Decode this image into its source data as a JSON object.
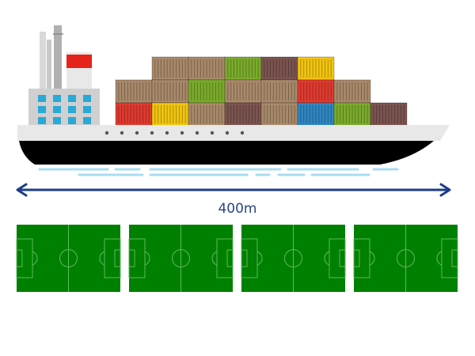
{
  "length_label": "400m",
  "pitch_count": 4,
  "colors": {
    "hull_top": "#e8e8e8",
    "hull_bottom": "#000000",
    "bridge": "#d0d0d0",
    "bridge_window": "#29a9d6",
    "funnel_red": "#e5231b",
    "chimney": "#b0b0b0",
    "water": "#a8dcf2",
    "arrow": "#1d3d87",
    "pitch": "#008000",
    "pitch_lines": "#5cb85c",
    "porthole": "#555555"
  },
  "container_colors": {
    "tan": "#a8896a",
    "green": "#7aab2b",
    "brown": "#7b5450",
    "yellow": "#f1c40f",
    "red": "#e03a2f",
    "blue": "#2f86c2"
  },
  "container_rows": [
    [
      "tan",
      "tan",
      "green",
      "brown",
      "yellow"
    ],
    [
      "tan",
      "tan",
      "green",
      "tan",
      "tan",
      "red",
      "tan"
    ],
    [
      "red",
      "yellow",
      "tan",
      "brown",
      "tan",
      "blue",
      "green",
      "brown"
    ]
  ]
}
